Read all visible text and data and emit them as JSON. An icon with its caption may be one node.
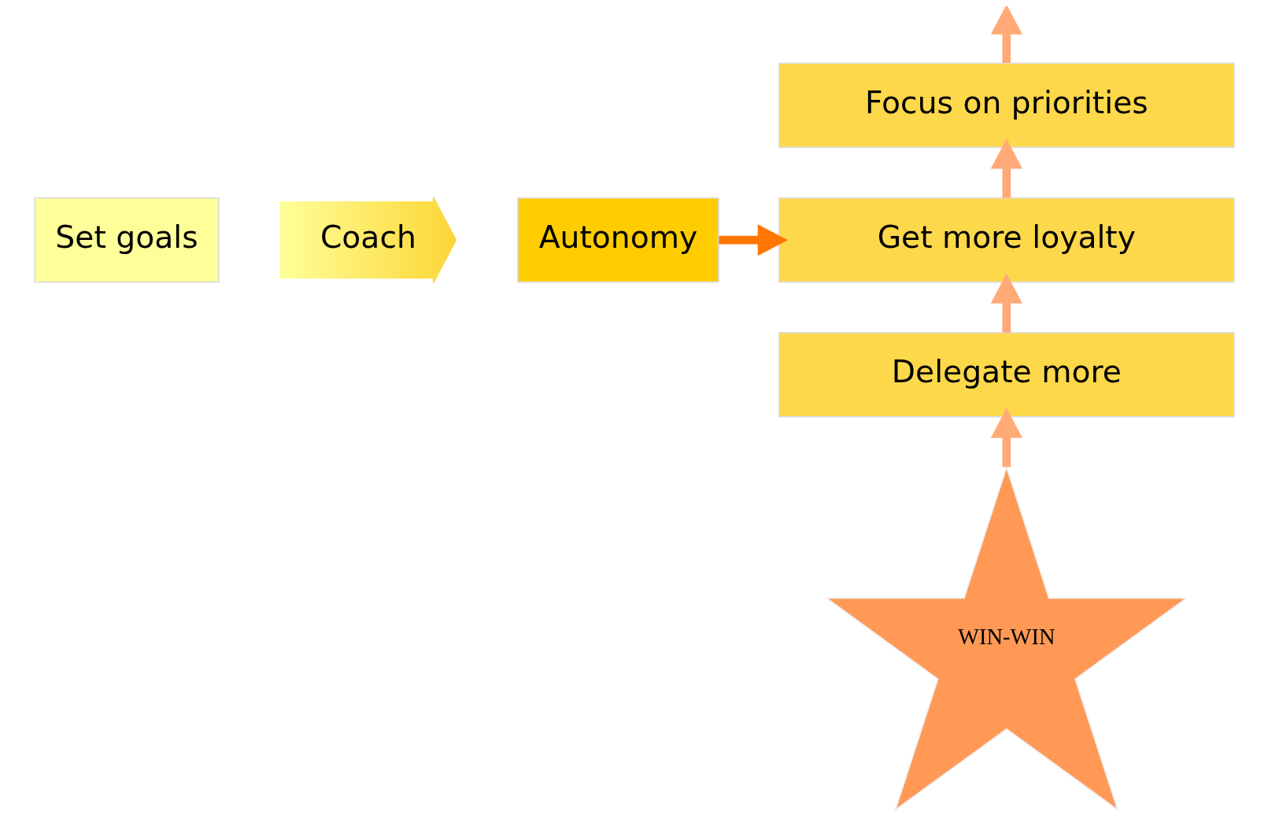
{
  "diagram": {
    "nodes": [
      {
        "text": [
          "Set goals"
        ]
      },
      {
        "text": [
          "Coach"
        ]
      },
      {
        "text": [
          "Autonomy"
        ]
      },
      {
        "text": [
          "Focus on priorities"
        ]
      },
      {
        "text": [
          "Get more loyalty"
        ]
      },
      {
        "text": [
          "Delegate more"
        ]
      },
      {
        "text": [
          "WIN-WIN"
        ]
      }
    ],
    "edges": [
      {
        "from": 2,
        "to": 4,
        "arrow": "to",
        "color": "#ff7700"
      },
      {
        "from": 6,
        "to": 5,
        "arrow": "to"
      },
      {
        "from": 5,
        "to": 4,
        "arrow": "to"
      },
      {
        "from": 4,
        "to": 3,
        "arrow": "to"
      },
      {
        "from": 3,
        "to": null,
        "arrow": "to"
      }
    ]
  }
}
